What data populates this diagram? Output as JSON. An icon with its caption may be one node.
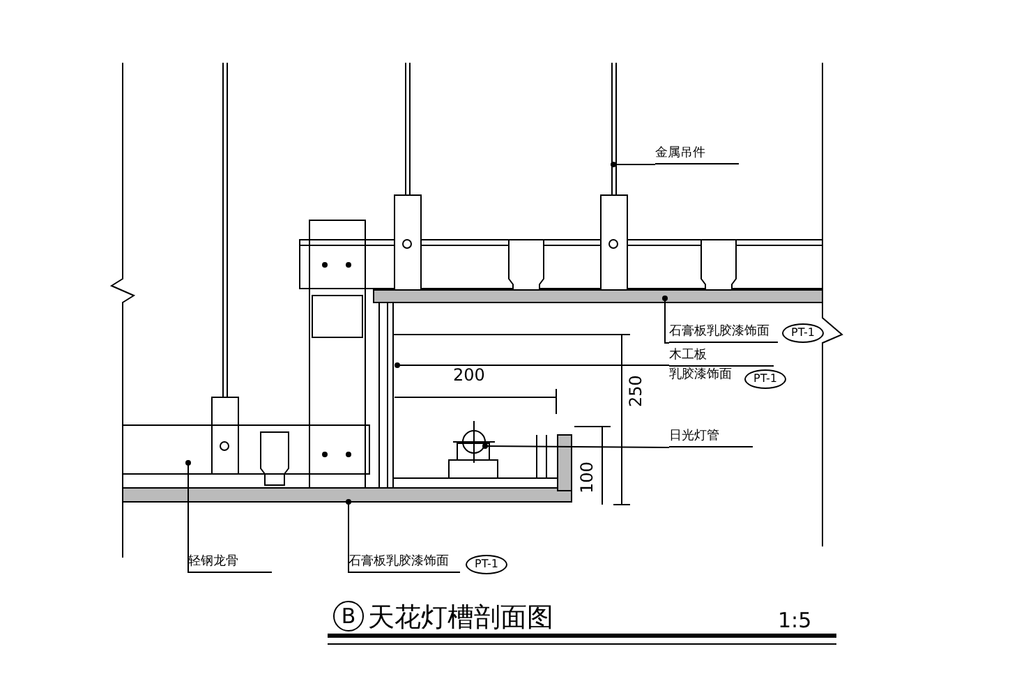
{
  "diagram": {
    "title": "天花灯槽剖面图",
    "nodes": [
      {
        "text": [
          "金属吊件"
        ]
      },
      {
        "text": [
          "石膏板乳胶漆饰面"
        ]
      },
      {
        "text": [
          "PT-1"
        ]
      },
      {
        "text": [
          "木工板",
          "乳胶漆饰面"
        ]
      },
      {
        "text": [
          "PT-1"
        ]
      },
      {
        "text": [
          "日光灯管"
        ]
      },
      {
        "text": [
          "轻钢龙骨"
        ]
      },
      {
        "text": [
          "石膏板乳胶漆饰面"
        ]
      },
      {
        "text": [
          "PT-1"
        ]
      }
    ],
    "edges": [
      {
        "from": 0,
        "to": null,
        "arrow": "other"
      },
      {
        "from": 1,
        "to": null,
        "arrow": "other"
      },
      {
        "from": 3,
        "to": null,
        "arrow": "other"
      },
      {
        "from": 5,
        "to": null,
        "arrow": "other"
      },
      {
        "from": 6,
        "to": null,
        "arrow": "other"
      },
      {
        "from": 7,
        "to": null,
        "arrow": "other"
      }
    ],
    "labels": [
      "200",
      "250",
      "100",
      "B",
      "1:5"
    ]
  }
}
